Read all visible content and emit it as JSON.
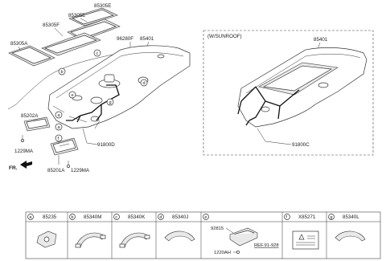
{
  "labels": {
    "p85305E": "85305E",
    "p85305F": "85305F",
    "p85305A": "85305A",
    "p96280F": "96280F",
    "p85401_main": "85401",
    "p85401_sunroof": "85401",
    "p85202A": "85202A",
    "p1229MA_left": "1229MA",
    "p1229MA_right": "1229MA",
    "p85201A": "85201A",
    "p91800D": "91800D",
    "p91800C": "91800C",
    "sunroof_title": "(W/SUNROOF)",
    "fr": "FR."
  },
  "callouts": {
    "a": "a",
    "b": "b",
    "c": "c",
    "d": "d",
    "e": "e",
    "f": "f",
    "g": "g"
  },
  "legend": [
    {
      "letter": "a",
      "part": "85235"
    },
    {
      "letter": "b",
      "part": "85340M"
    },
    {
      "letter": "c",
      "part": "85340K"
    },
    {
      "letter": "d",
      "part": "85340J"
    },
    {
      "letter": "e",
      "part": ""
    },
    {
      "letter": "f",
      "part": "X85271"
    },
    {
      "letter": "g",
      "part": "85340L"
    }
  ],
  "legend_e": {
    "p92815": "92815",
    "p1220AH": "1220AH",
    "ref": "REF.91-928"
  }
}
